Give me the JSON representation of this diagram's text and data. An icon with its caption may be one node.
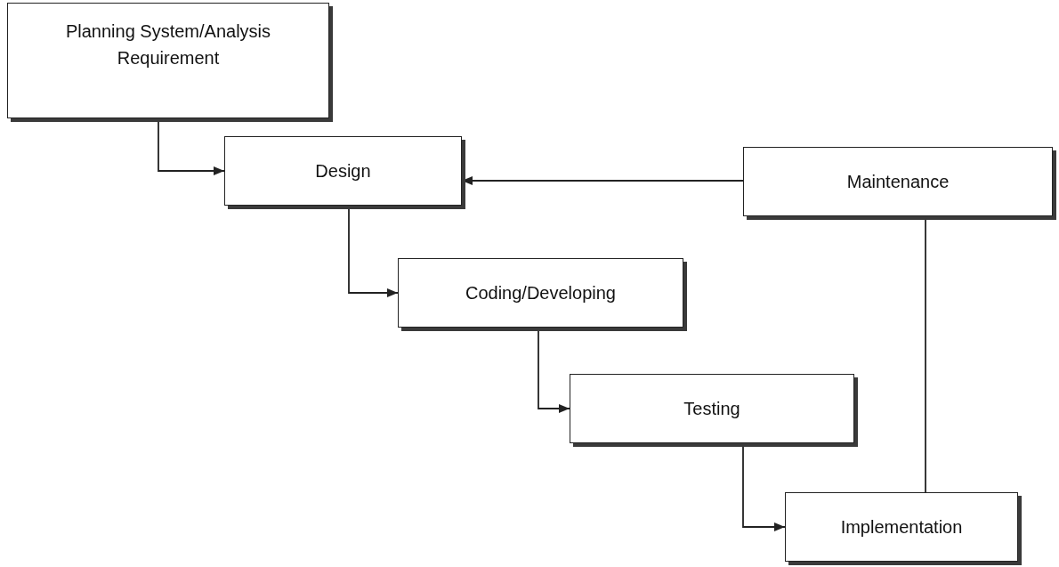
{
  "diagram": {
    "nodes": [
      {
        "text": [
          "Planning System/Analysis Requirement"
        ]
      },
      {
        "text": [
          "Design"
        ]
      },
      {
        "text": [
          "Coding/Developing"
        ]
      },
      {
        "text": [
          "Testing"
        ]
      },
      {
        "text": [
          "Maintenance"
        ]
      },
      {
        "text": [
          "Implementation"
        ]
      }
    ],
    "edges": [
      {
        "from": 0,
        "to": 1,
        "arrow": "to"
      },
      {
        "from": 1,
        "to": 2,
        "arrow": "to"
      },
      {
        "from": 2,
        "to": 3,
        "arrow": "to"
      },
      {
        "from": 3,
        "to": 5,
        "arrow": "to"
      },
      {
        "from": 5,
        "to": 4,
        "arrow": "none"
      },
      {
        "from": 4,
        "to": 1,
        "arrow": "to"
      }
    ]
  }
}
